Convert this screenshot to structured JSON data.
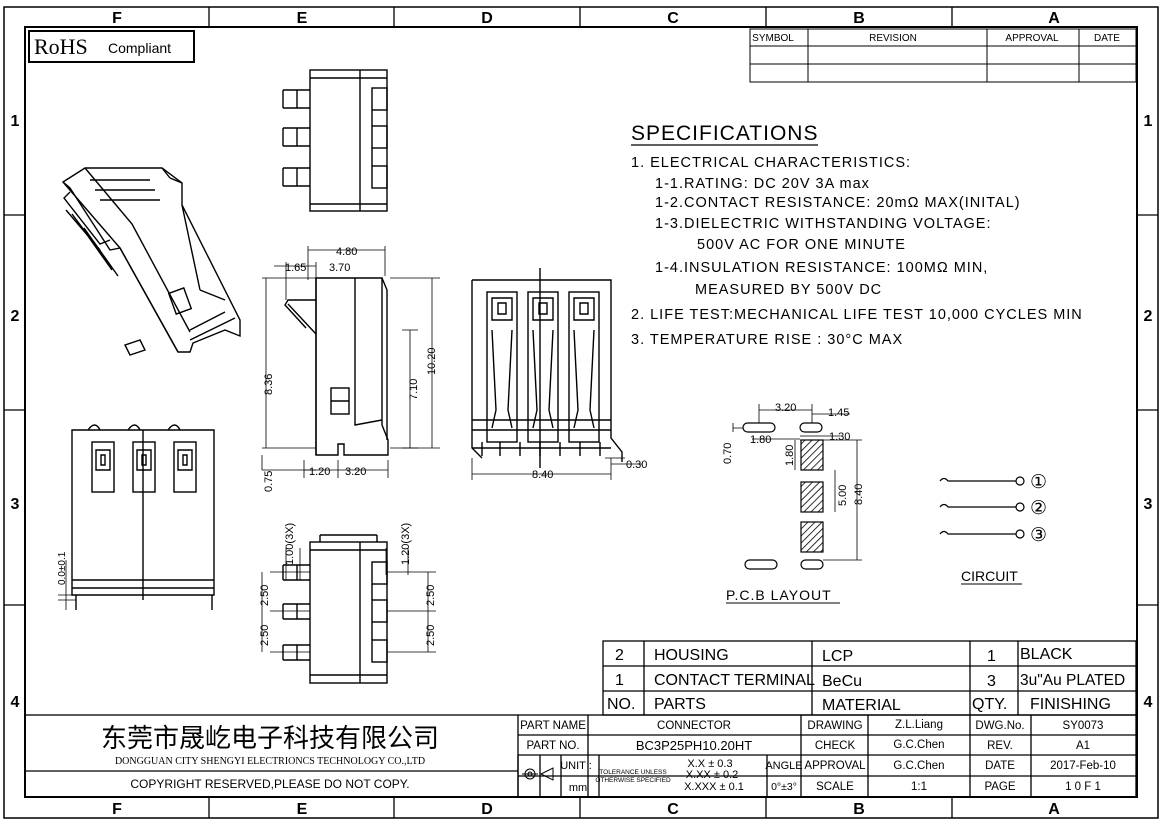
{
  "border": {
    "top_cols": [
      "F",
      "E",
      "D",
      "C",
      "B",
      "A"
    ],
    "bottom_cols": [
      "F",
      "E",
      "D",
      "C",
      "B",
      "A"
    ],
    "rows": [
      "1",
      "2",
      "3",
      "4"
    ]
  },
  "badge": {
    "main": "RoHS",
    "sub": "Compliant"
  },
  "revision": {
    "headers": [
      "SYMBOL",
      "REVISION",
      "APPROVAL",
      "DATE"
    ]
  },
  "specs": {
    "title": "SPECIFICATIONS",
    "lines": [
      "1. ELECTRICAL CHARACTERISTICS:",
      "1-1.RATING: DC 20V 3A max",
      "1-2.CONTACT RESISTANCE: 20mΩ MAX(INITAL)",
      "1-3.DIELECTRIC WITHSTANDING VOLTAGE:",
      "500V AC FOR ONE MINUTE",
      "1-4.INSULATION RESISTANCE: 100MΩ MIN,",
      "MEASURED BY 500V DC",
      "2. LIFE TEST:MECHANICAL LIFE TEST 10,000 CYCLES MIN",
      "3. TEMPERATURE RISE : 30°C MAX"
    ]
  },
  "dims": {
    "d480": "4.80",
    "d165": "1.65",
    "d370": "3.70",
    "d836": "8.36",
    "d710": "7.10",
    "d1020": "10.20",
    "d075": "0.75",
    "d120": "1.20",
    "d320": "3.20",
    "d840": "8.40",
    "d030": "0.30",
    "d00": "0.0±0.1",
    "d100x3": "1.00(3X)",
    "d120x3": "1.20(3X)",
    "d250": "2.50",
    "pcb_320": "3.20",
    "pcb_145": "1.45",
    "pcb_070": "0.70",
    "pcb_180a": "1.80",
    "pcb_130": "1.30",
    "pcb_180b": "1.80",
    "pcb_500": "5.00",
    "pcb_840": "8.40"
  },
  "pcb_label": "P.C.B LAYOUT",
  "circuit": {
    "label": "CIRCUIT",
    "pins": [
      "①",
      "②",
      "③"
    ]
  },
  "bom": {
    "rows": [
      {
        "no": "2",
        "part": "HOUSING",
        "material": "LCP",
        "qty": "1",
        "finishing": "BLACK"
      },
      {
        "no": "1",
        "part": "CONTACT TERMINAL",
        "material": "BeCu",
        "qty": "3",
        "finishing": "3u\"Au PLATED"
      }
    ],
    "headers": {
      "no": "NO.",
      "part": "PARTS",
      "material": "MATERIAL",
      "qty": "QTY.",
      "finishing": "FINISHING"
    }
  },
  "title_block": {
    "company_cn": "东莞市晟屹电子科技有限公司",
    "company_en": "DONGGUAN CITY SHENGYI ELECTRIONCS TECHNOLOGY CO.,LTD",
    "copyright": "COPYRIGHT RESERVED,PLEASE DO NOT COPY.",
    "part_name_label": "PART NAME",
    "part_name": "CONNECTOR",
    "part_no_label": "PART NO.",
    "part_no": "BC3P25PH10.20HT",
    "unit_label": "UNIT :",
    "unit": "mm",
    "tol_label1": "TOLERANCE UNLESS",
    "tol_label2": "OTHERWISE SPECIFIED",
    "tol1": "X.X ± 0.3",
    "tol2": "X.XX ± 0.2",
    "tol3": "X.XXX ± 0.1",
    "angle_label": "ANGLE",
    "angle": "0°±3°",
    "drawing_label": "DRAWING",
    "drawing": "Z.L.Liang",
    "check_label": "CHECK",
    "check": "G.C.Chen",
    "approval_label": "APPROVAL",
    "approval": "G.C.Chen",
    "scale_label": "SCALE",
    "scale": "1:1",
    "dwgno_label": "DWG.No.",
    "dwgno": "SY0073",
    "rev_label": "REV.",
    "rev": "A1",
    "date_label": "DATE",
    "date": "2017-Feb-10",
    "page_label": "PAGE",
    "page": "1 0 F 1"
  }
}
